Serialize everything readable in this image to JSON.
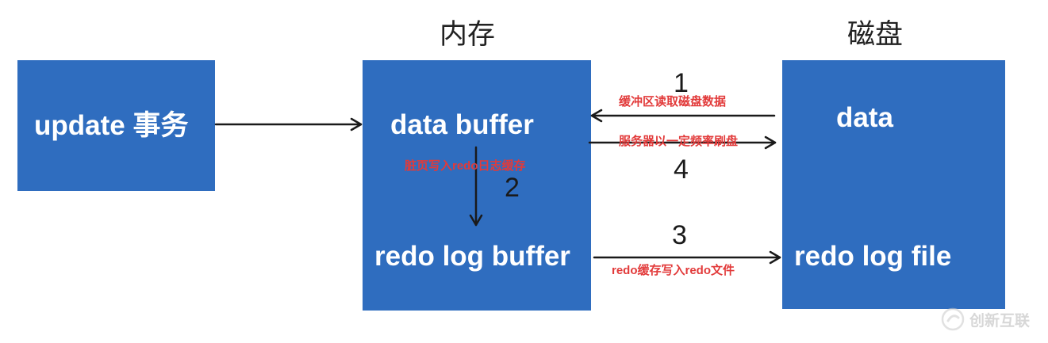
{
  "headers": {
    "memory": "内存",
    "disk": "磁盘"
  },
  "boxes": {
    "transaction": "update 事务",
    "data_buffer": "data buffer",
    "redo_log_buffer": "redo log buffer",
    "data": "data",
    "redo_log_file": "redo log file"
  },
  "steps": {
    "s1": "1",
    "s2": "2",
    "s3": "3",
    "s4": "4"
  },
  "notes": {
    "read_disk": "缓冲区读取磁盘数据",
    "flush_disk": "服务器以一定频率刷盘",
    "dirty_page": "脏页写入redo日志缓存",
    "redo_write": "redo缓存写入redo文件"
  },
  "watermark": {
    "text": "创新互联"
  },
  "colors": {
    "box": "#2f6dbf",
    "note": "#e23a3a",
    "arrow": "#1a1a1a"
  }
}
